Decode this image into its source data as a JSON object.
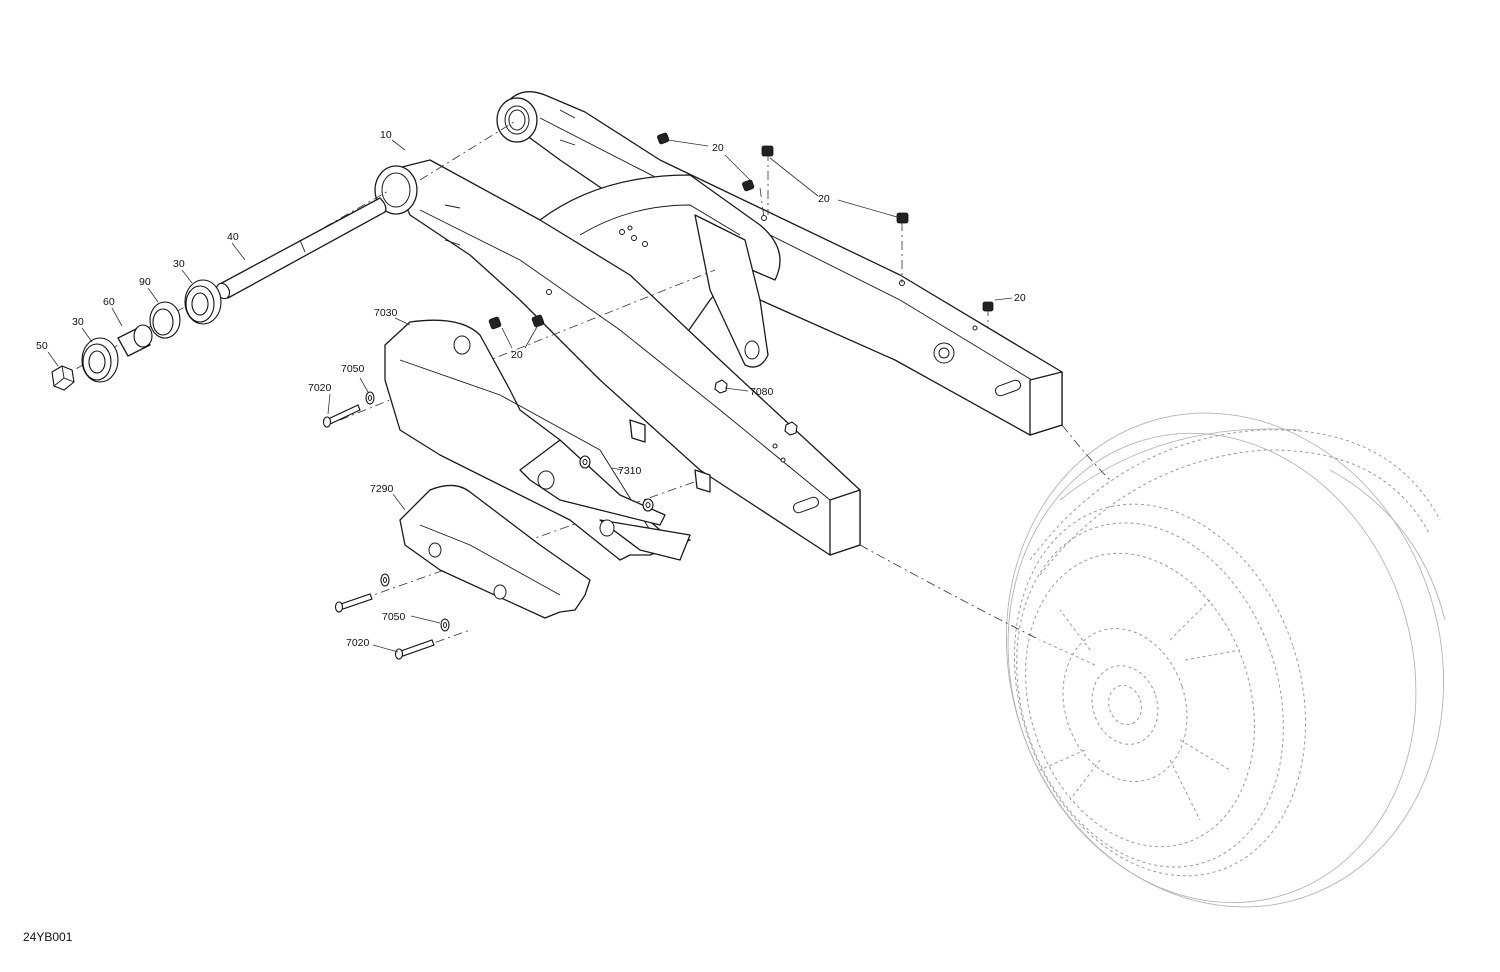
{
  "figure": {
    "id_label": "24YB001"
  },
  "callouts": {
    "c10": "10",
    "c20a": "20",
    "c20b": "20",
    "c20c": "20",
    "c20d": "20",
    "c40": "40",
    "c30a": "30",
    "c90": "90",
    "c60": "60",
    "c30b": "30",
    "c50": "50",
    "c7030": "7030",
    "c7050a": "7050",
    "c7020a": "7020",
    "c7080": "7080",
    "c7310": "7310",
    "c7290": "7290",
    "c7050b": "7050",
    "c7020b": "7020"
  },
  "parts": [
    {
      "number": "10",
      "component": "swing-arm"
    },
    {
      "number": "20",
      "component": "plug"
    },
    {
      "number": "30",
      "component": "bearing"
    },
    {
      "number": "40",
      "component": "pivot-shaft"
    },
    {
      "number": "50",
      "component": "flange-bolt"
    },
    {
      "number": "60",
      "component": "spacer"
    },
    {
      "number": "90",
      "component": "seal"
    },
    {
      "number": "7020",
      "component": "screw"
    },
    {
      "number": "7030",
      "component": "chain-guard"
    },
    {
      "number": "7050",
      "component": "washer"
    },
    {
      "number": "7080",
      "component": "nut"
    },
    {
      "number": "7290",
      "component": "lower-guard"
    },
    {
      "number": "7310",
      "component": "washer"
    }
  ]
}
